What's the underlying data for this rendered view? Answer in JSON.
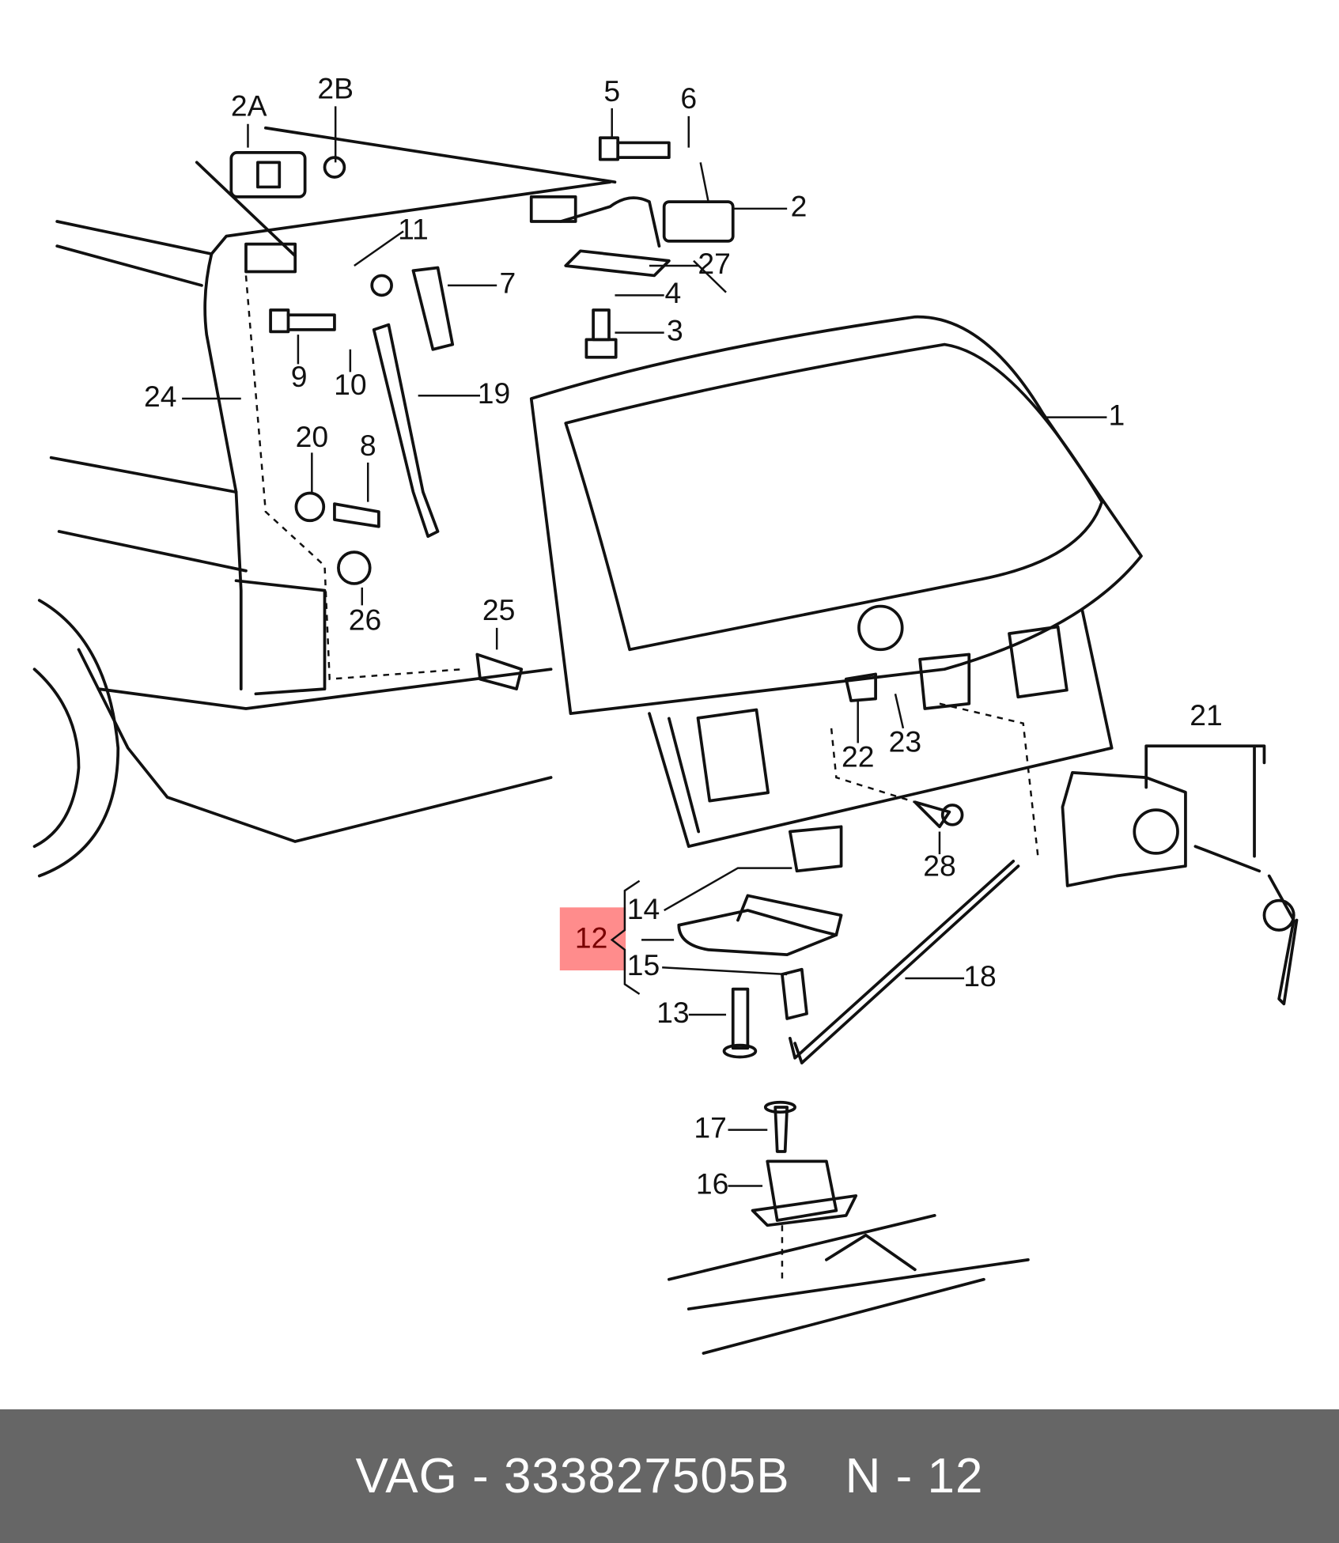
{
  "diagram": {
    "highlight_color": "#ff7f7f",
    "selected_label": "12",
    "labels": {
      "l1": "1",
      "l2": "2",
      "l2a": "2A",
      "l2b": "2B",
      "l3": "3",
      "l4": "4",
      "l5": "5",
      "l6": "6",
      "l7": "7",
      "l8": "8",
      "l9": "9",
      "l10": "10",
      "l11": "11",
      "l12": "12",
      "l13": "13",
      "l14": "14",
      "l15": "15",
      "l16": "16",
      "l17": "17",
      "l18": "18",
      "l19": "19",
      "l20": "20",
      "l21": "21",
      "l22": "22",
      "l23": "23",
      "l24": "24",
      "l25": "25",
      "l26": "26",
      "l27": "27",
      "l28": "28"
    }
  },
  "footer": {
    "brand": "VAG",
    "separator": " - ",
    "part_number": "333827505B",
    "position_label": "N - 12"
  }
}
